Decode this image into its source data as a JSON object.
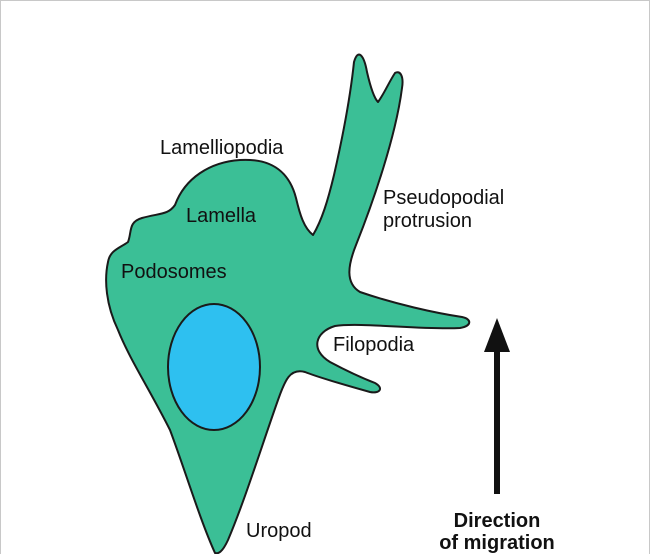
{
  "labels": {
    "lamelliopodia": "Lamelliopodia",
    "lamella": "Lamella",
    "podosomes": "Podosomes",
    "pseudopodial_line1": "Pseudopodial",
    "pseudopodial_line2": "protrusion",
    "filopodia": "Filopodia",
    "uropod": "Uropod",
    "direction_line1": "Direction",
    "direction_line2": "of migration"
  },
  "colors": {
    "cell_body": "#3bbf96",
    "cell_outline": "#1a1a1a",
    "nucleus": "#2ec0f0",
    "arrow": "#111111"
  }
}
